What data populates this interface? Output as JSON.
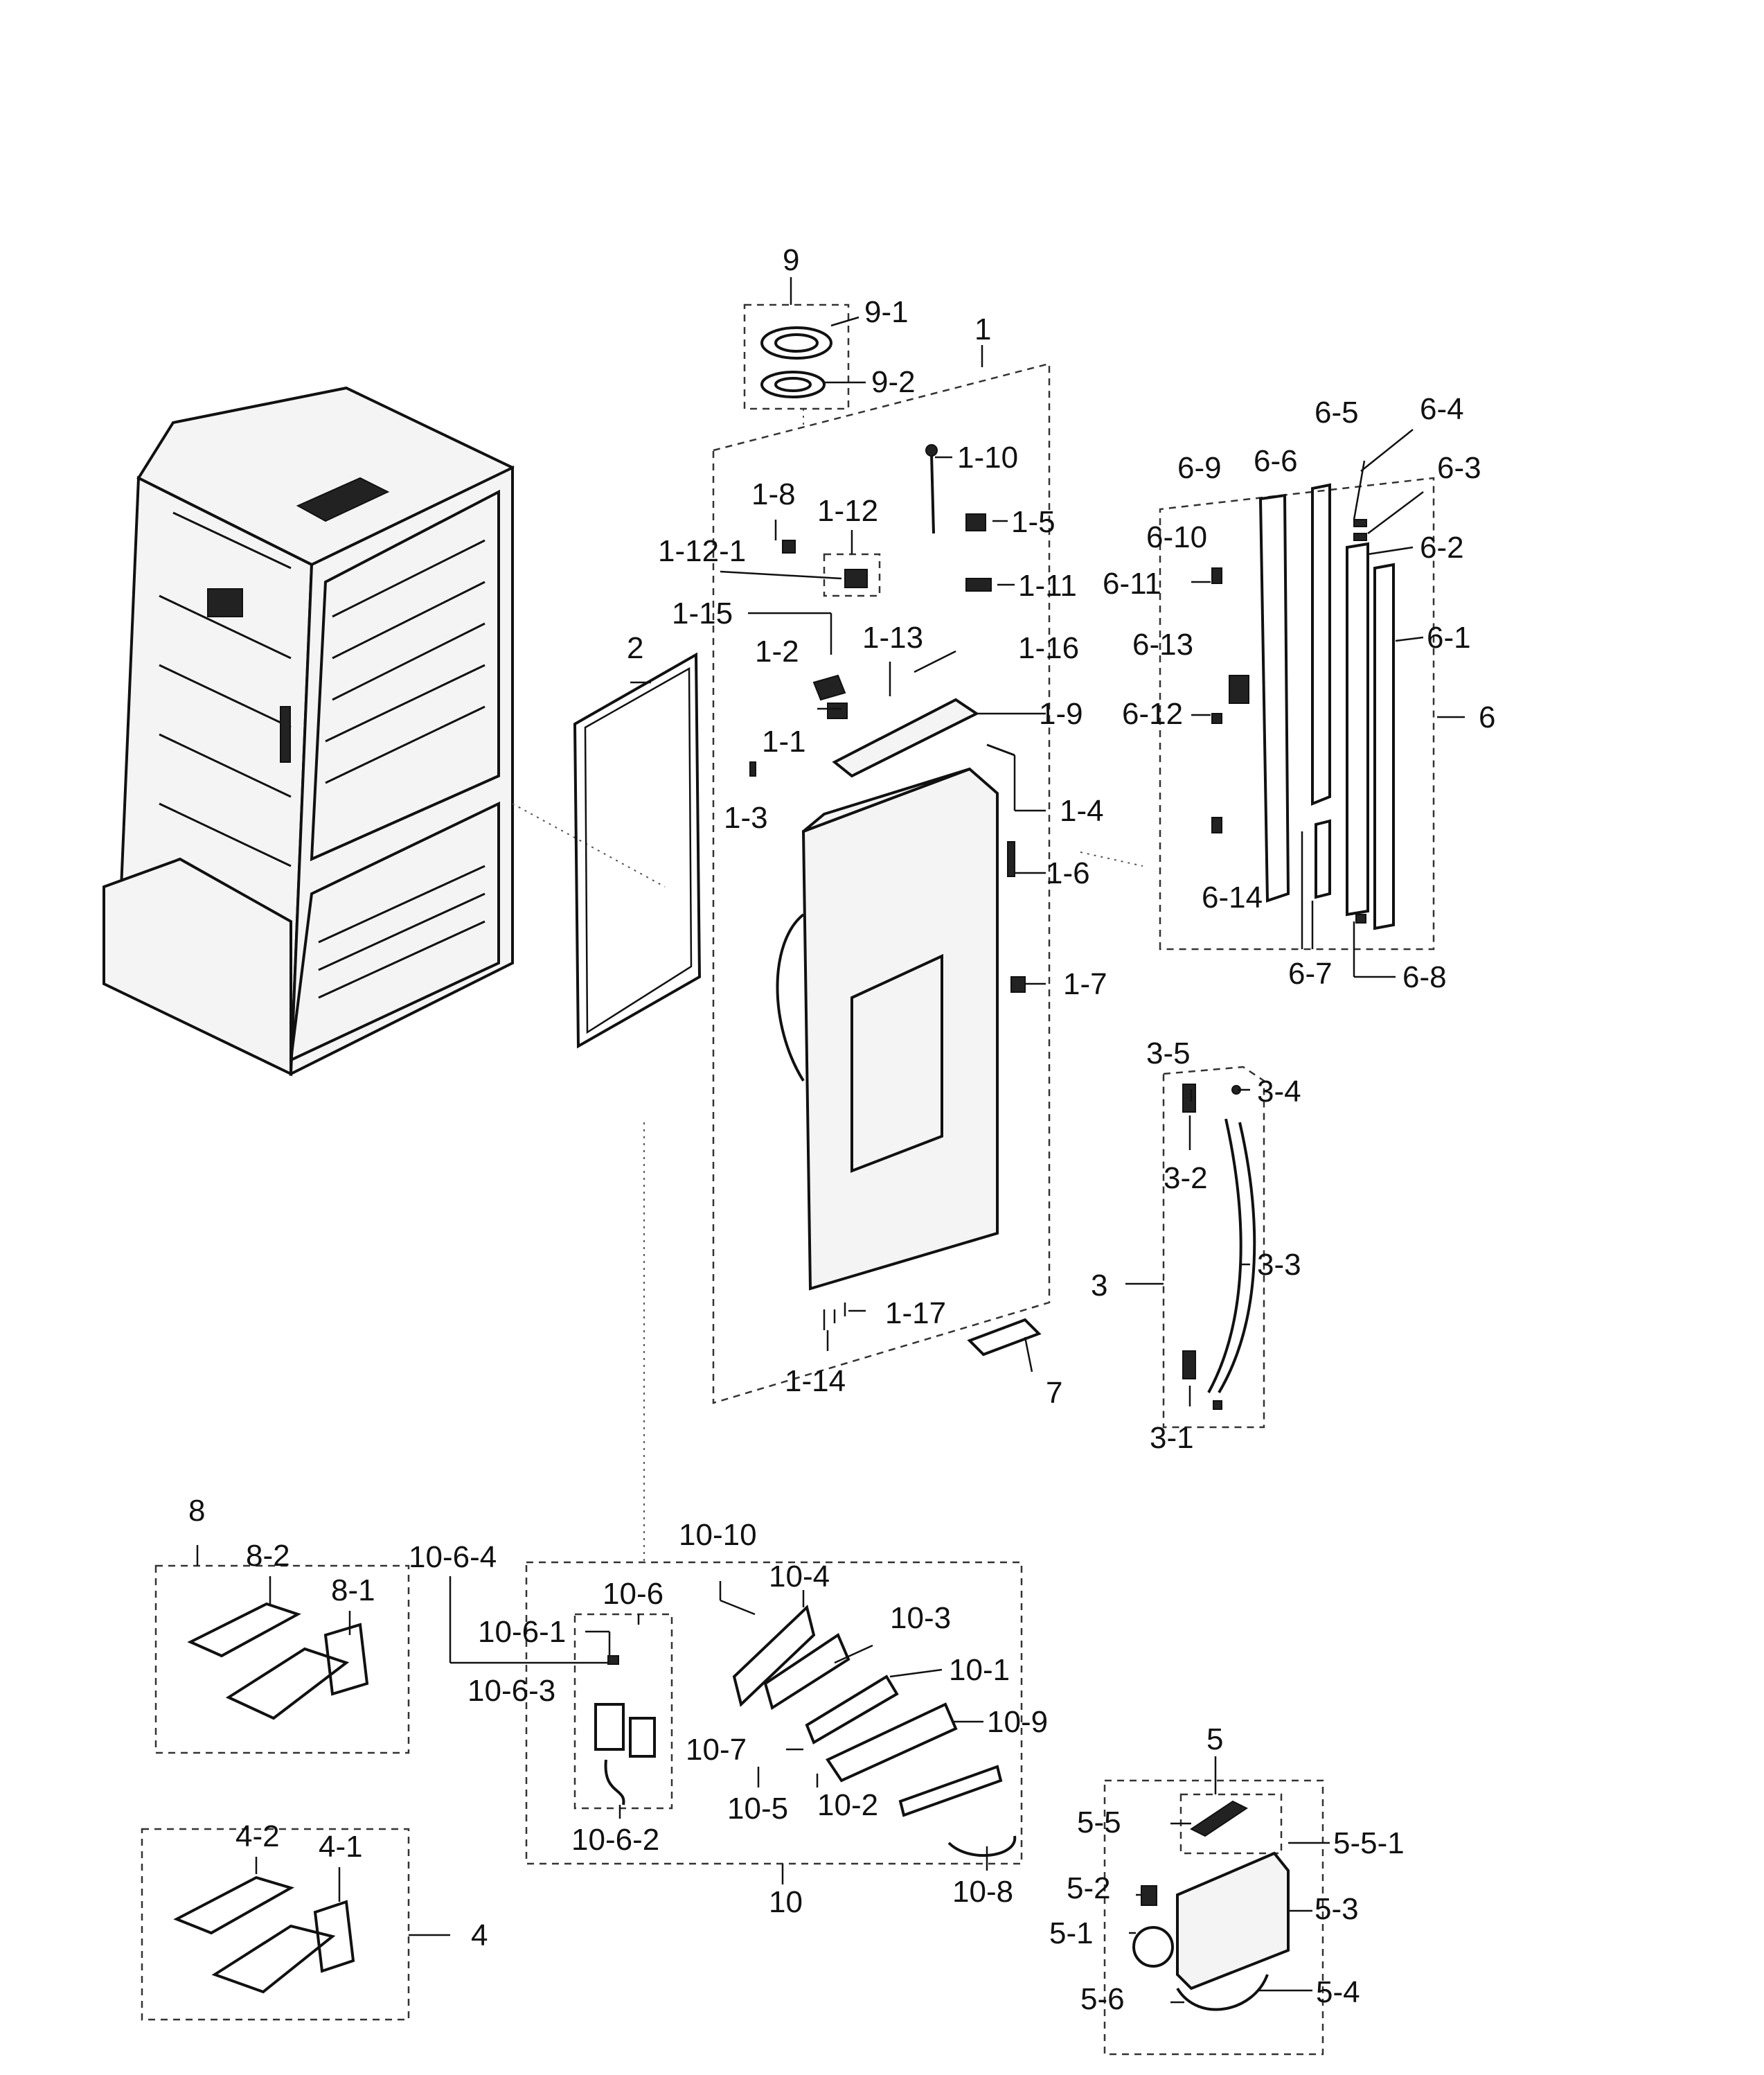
{
  "labels": {
    "p9": "9",
    "p9_1": "9-1",
    "p9_2": "9-2",
    "p1": "1",
    "p1_1": "1-1",
    "p1_2": "1-2",
    "p1_3": "1-3",
    "p1_4": "1-4",
    "p1_5": "1-5",
    "p1_6": "1-6",
    "p1_7": "1-7",
    "p1_8": "1-8",
    "p1_9": "1-9",
    "p1_10": "1-10",
    "p1_11": "1-11",
    "p1_12": "1-12",
    "p1_12_1": "1-12-1",
    "p1_13": "1-13",
    "p1_14": "1-14",
    "p1_15": "1-15",
    "p1_16": "1-16",
    "p1_17": "1-17",
    "p2": "2",
    "p6": "6",
    "p6_1": "6-1",
    "p6_2": "6-2",
    "p6_3": "6-3",
    "p6_4": "6-4",
    "p6_5": "6-5",
    "p6_6": "6-6",
    "p6_7": "6-7",
    "p6_8": "6-8",
    "p6_9": "6-9",
    "p6_10": "6-10",
    "p6_11": "6-11",
    "p6_12": "6-12",
    "p6_13": "6-13",
    "p6_14": "6-14",
    "p3": "3",
    "p3_1": "3-1",
    "p3_2": "3-2",
    "p3_3": "3-3",
    "p3_4": "3-4",
    "p3_5": "3-5",
    "p7": "7",
    "p8": "8",
    "p8_1": "8-1",
    "p8_2": "8-2",
    "p4": "4",
    "p4_1": "4-1",
    "p4_2": "4-2",
    "p10": "10",
    "p10_1": "10-1",
    "p10_2": "10-2",
    "p10_3": "10-3",
    "p10_4": "10-4",
    "p10_5": "10-5",
    "p10_6": "10-6",
    "p10_6_1": "10-6-1",
    "p10_6_2": "10-6-2",
    "p10_6_3": "10-6-3",
    "p10_6_4": "10-6-4",
    "p10_7": "10-7",
    "p10_8": "10-8",
    "p10_9": "10-9",
    "p10_10": "10-10",
    "p5": "5",
    "p5_1": "5-1",
    "p5_2": "5-2",
    "p5_3": "5-3",
    "p5_4": "5-4",
    "p5_5": "5-5",
    "p5_5_1": "5-5-1",
    "p5_6": "5-6"
  }
}
